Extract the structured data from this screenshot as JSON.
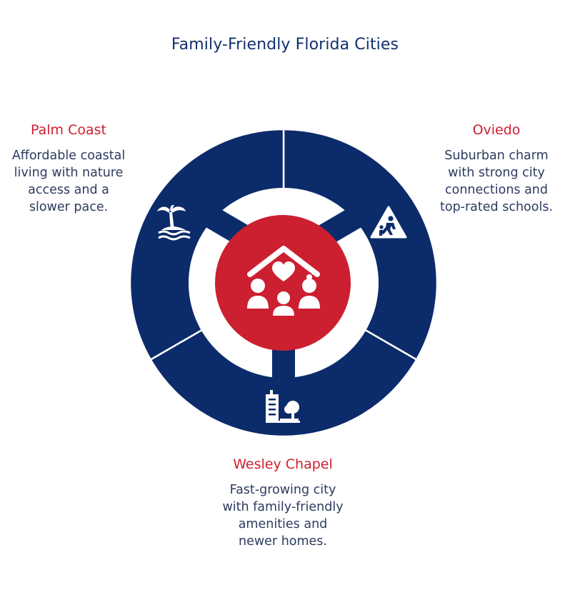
{
  "title": "Family-Friendly Florida Cities",
  "colors": {
    "navy": "#0c2b6a",
    "red": "#cc1f30",
    "text": "#2d3b5f",
    "white": "#ffffff"
  },
  "center_icon": "family-house-heart-icon",
  "cities": [
    {
      "name": "Palm Coast",
      "icon": "palm-island-icon",
      "description": "Affordable coastal living with nature access and a slower pace."
    },
    {
      "name": "Oviedo",
      "icon": "children-crossing-sign-icon",
      "description": "Suburban charm with strong city connections and top-rated schools."
    },
    {
      "name": "Wesley Chapel",
      "icon": "building-with-tree-icon",
      "description": "Fast-growing city with family-friendly amenities and newer homes."
    }
  ]
}
